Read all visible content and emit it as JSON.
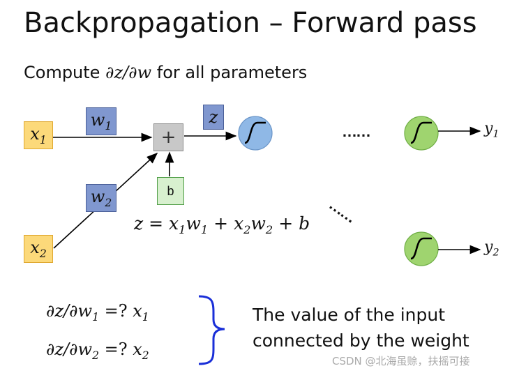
{
  "slide": {
    "title": "Backpropagation – Forward pass",
    "subtitle_prefix": "Compute ",
    "subtitle_math": "∂z/∂w",
    "subtitle_suffix": " for all parameters"
  },
  "diagram": {
    "x1": {
      "base": "x",
      "sub": "1"
    },
    "x2": {
      "base": "x",
      "sub": "2"
    },
    "w1": {
      "base": "w",
      "sub": "1"
    },
    "w2": {
      "base": "w",
      "sub": "2"
    },
    "z_label": "z",
    "plus_label": "+",
    "b_label": "b",
    "y1": {
      "base": "y",
      "sub": "1"
    },
    "y2": {
      "base": "y",
      "sub": "2"
    },
    "dots_horizontal": "……",
    "dots_diagonal": "……",
    "equation": {
      "lhs": "z",
      "eq": " = ",
      "t1a": "x",
      "t1a_sub": "1",
      "t1b": "w",
      "t1b_sub": "1",
      "plus1": " + ",
      "t2a": "x",
      "t2a_sub": "2",
      "t2b": "w",
      "t2b_sub": "2",
      "plus2": " + ",
      "b": "b"
    },
    "colors": {
      "input": "#fcd97a",
      "weight": "#8097cf",
      "bias": "#d8f0cf",
      "neuron_blue": "#8fb8e6",
      "neuron_green": "#9fd46f",
      "brace": "#1a2fd8"
    }
  },
  "questions": [
    {
      "lhs": "∂z/∂w",
      "sub": "1",
      "op": " =? ",
      "ans": "x",
      "ans_sub": "1"
    },
    {
      "lhs": "∂z/∂w",
      "sub": "2",
      "op": " =? ",
      "ans": "x",
      "ans_sub": "2"
    }
  ],
  "answer_text": {
    "line1": "The value of the input",
    "line2": "connected by the weight"
  },
  "watermark": "CSDN @北海虽赊，扶摇可接"
}
